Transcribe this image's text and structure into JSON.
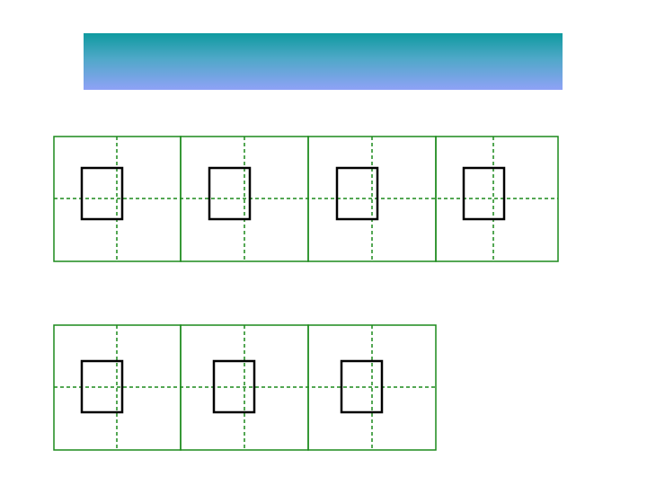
{
  "banner": {
    "gradient_top": "#0f9a9f",
    "gradient_bottom": "#8fa2f6"
  },
  "colors": {
    "grid_line": "#1b8a1b",
    "guide_line": "#1b8a1b",
    "box_outline": "#000000"
  },
  "rows": [
    {
      "cells": 4,
      "boxes": 4
    },
    {
      "cells": 3,
      "boxes": 3
    }
  ]
}
